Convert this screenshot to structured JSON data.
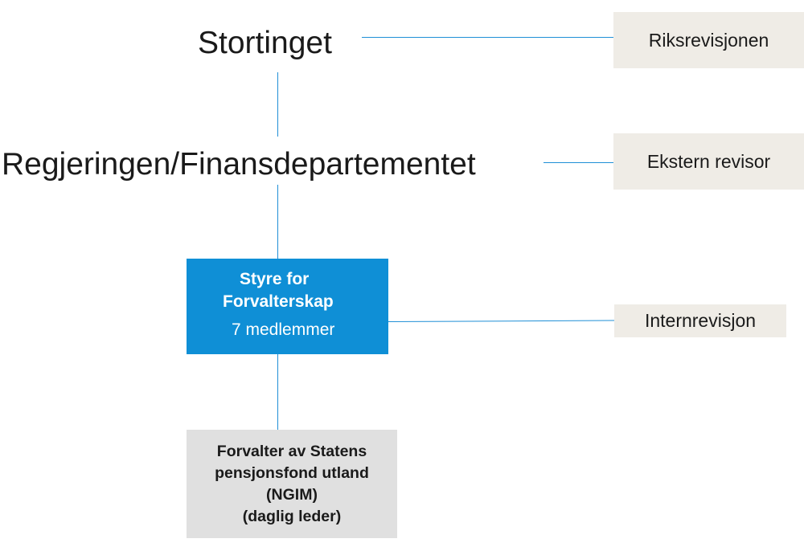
{
  "nodes": {
    "stortinget": "Stortinget",
    "regjeringen": "Regjeringen/Finansdepartementet",
    "riksrevisjonen": "Riksrevisjonen",
    "ekstern_revisor": "Ekstern revisor",
    "internrevisjon": "Internrevisjon",
    "styre": {
      "line1": "Styre for",
      "line2": "Forvalterskap",
      "line3": "7 medlemmer"
    },
    "forvalter": {
      "line1": "Forvalter av Statens",
      "line2": "pensjonsfond utland",
      "line3": "(NGIM)",
      "line4": "(daglig leder)"
    }
  },
  "colors": {
    "connector": "#1f8fd6",
    "board_box": "#0f8fd6",
    "side_box": "#efece6",
    "manager_box": "#e0e0e0"
  }
}
